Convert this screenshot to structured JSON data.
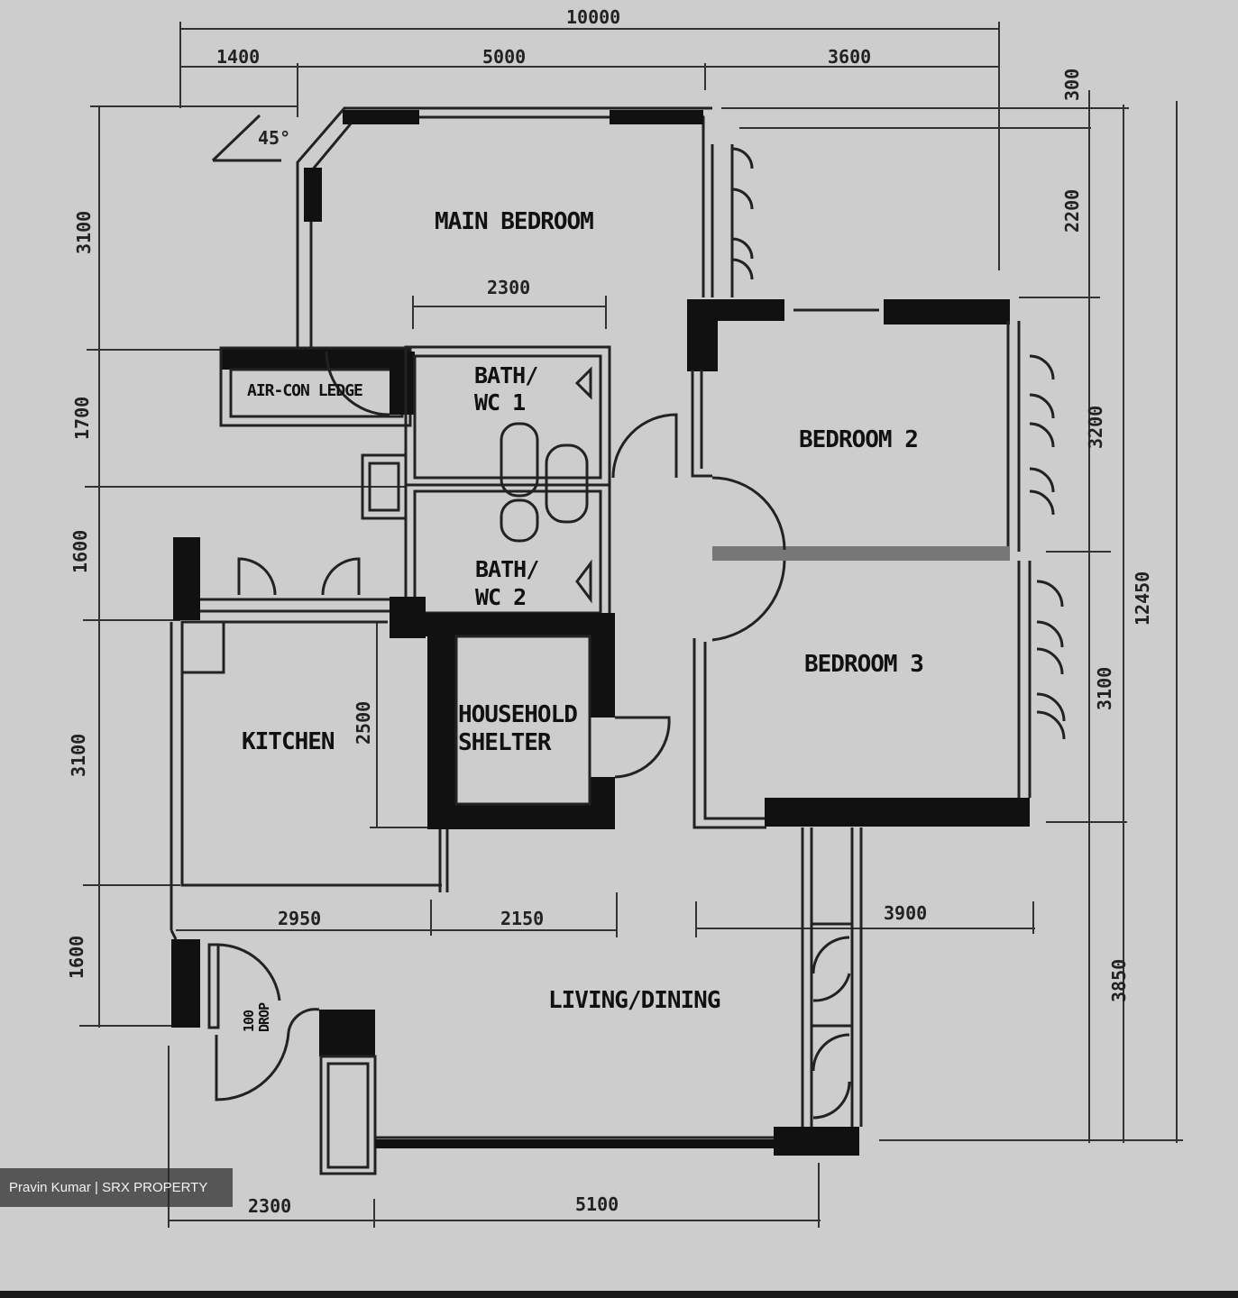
{
  "rooms": {
    "main_bedroom": "MAIN BEDROOM",
    "bedroom_2": "BEDROOM 2",
    "bedroom_3": "BEDROOM 3",
    "bath_wc_1_line1": "BATH/",
    "bath_wc_1_line2": "WC 1",
    "bath_wc_2_line1": "BATH/",
    "bath_wc_2_line2": "WC 2",
    "aircon_ledge": "AIR-CON LEDGE",
    "kitchen": "KITCHEN",
    "shelter_line1": "HOUSEHOLD",
    "shelter_line2": "SHELTER",
    "living_dining": "LIVING/DINING",
    "refuse_chute_line1": "100",
    "refuse_chute_line2": "DROP"
  },
  "dimensions": {
    "top_total": "10000",
    "top_a": "1400",
    "top_b": "5000",
    "top_c": "3600",
    "inner_2300": "2300",
    "left_1": "3100",
    "left_2": "1700",
    "left_3": "1600",
    "left_4": "3100",
    "left_5": "1600",
    "right_300": "300",
    "right_2200": "2200",
    "right_3200": "3200",
    "right_3100": "3100",
    "right_3850": "3850",
    "right_total": "12450",
    "kitchen_2500": "2500",
    "mid_2950": "2950",
    "mid_2150": "2150",
    "mid_3900": "3900",
    "bottom_2300": "2300",
    "bottom_5100": "5100",
    "angle": "45°"
  },
  "watermark": "Pravin Kumar | SRX PROPERTY"
}
